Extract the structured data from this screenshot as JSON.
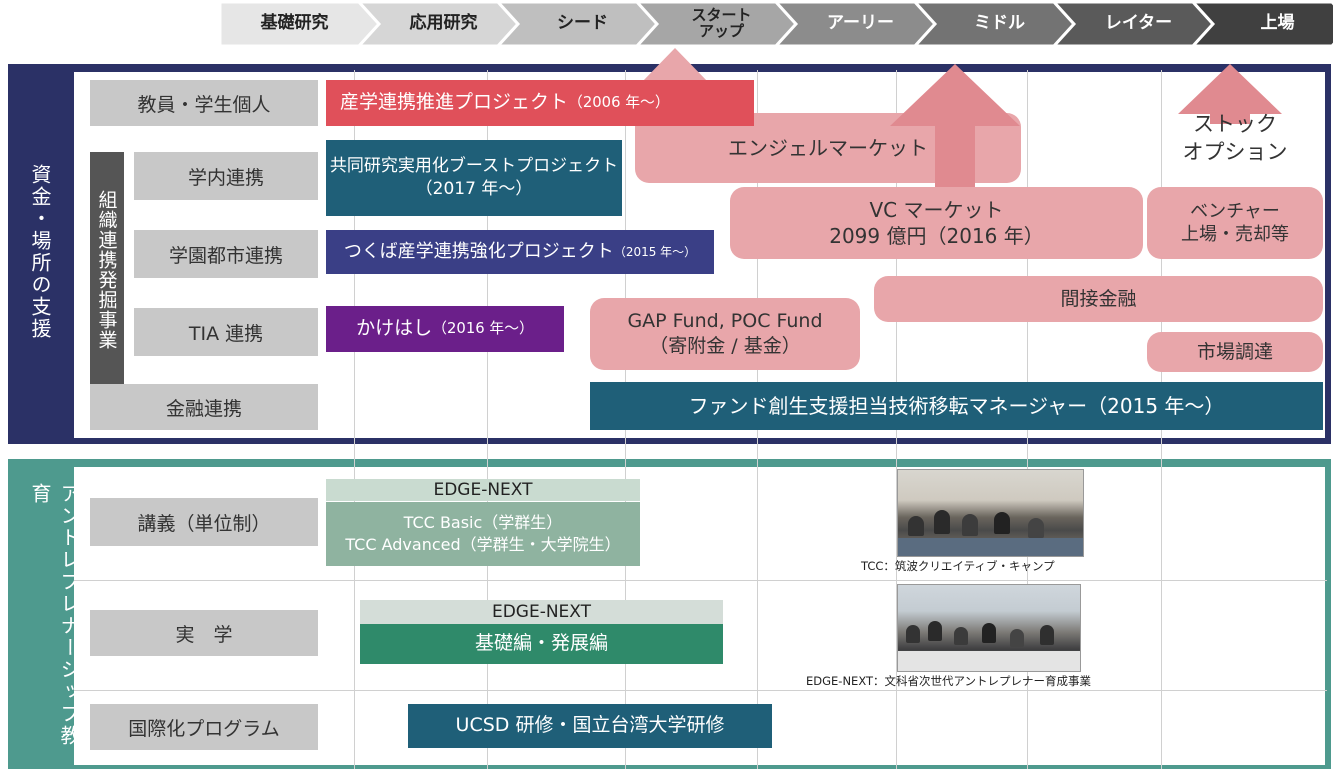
{
  "stages": [
    {
      "label": "基礎研究",
      "bg": "#e6e6e6",
      "fg": "#222"
    },
    {
      "label": "応用研究",
      "bg": "#d6d6d6",
      "fg": "#222"
    },
    {
      "label": "シード",
      "bg": "#bfbfbf",
      "fg": "#222"
    },
    {
      "label": "スタート\nアップ",
      "bg": "#a6a6a6",
      "fg": "#222"
    },
    {
      "label": "アーリー",
      "bg": "#8c8c8c",
      "fg": "#fff"
    },
    {
      "label": "ミドル",
      "bg": "#737373",
      "fg": "#fff"
    },
    {
      "label": "レイター",
      "bg": "#5a5a5a",
      "fg": "#fff"
    },
    {
      "label": "上場",
      "bg": "#404040",
      "fg": "#fff"
    }
  ],
  "section1": {
    "title": "資金・場所の支援",
    "rows": {
      "individual": "教員・学生個人",
      "org_group": "組織連携発掘事業",
      "campus": "学内連携",
      "city": "学園都市連携",
      "tia": "TIA 連携",
      "finance": "金融連携"
    },
    "programs": {
      "sangaku": {
        "text": "産学連携推進プロジェクト",
        "sub": "（2006 年〜）"
      },
      "boost": {
        "text": "共同研究実用化ブーストプロジェクト",
        "sub": "（2017 年〜）"
      },
      "tsukuba": {
        "text": "つくば産学連携強化プロジェクト",
        "sub": "（2015 年〜）"
      },
      "kakehashi": {
        "text": "かけはし",
        "sub": "（2016 年〜）"
      },
      "fund_manager": "ファンド創生支援担当技術移転マネージャー（2015 年〜）"
    },
    "markets": {
      "angel": "エンジェルマーケット",
      "stock_option": "ストック\nオプション",
      "vc_title": "VC マーケット",
      "vc_sub": "2099 億円（2016 年）",
      "venture": "ベンチャー\n上場・売却等",
      "indirect": "間接金融",
      "gap": "GAP Fund, POC Fund",
      "gap_sub": "（寄附金 / 基金）",
      "market_raise": "市場調達"
    }
  },
  "section2": {
    "title": "アントレプレナーシップ教育",
    "rows": {
      "lecture": "講義（単位制）",
      "jitsugaku": "実　学",
      "intl": "国際化プログラム"
    },
    "programs": {
      "edge1_title": "EDGE-NEXT",
      "edge1_line1": "TCC Basic（学群生）",
      "edge1_line2": "TCC Advanced（学群生・大学院生）",
      "edge2_title": "EDGE-NEXT",
      "edge2_body": "基礎編・発展編",
      "ucsd": "UCSD 研修・国立台湾大学研修"
    },
    "captions": {
      "tcc": "TCC：筑波クリエイティブ・キャンプ",
      "edge": "EDGE-NEXT：文科省次世代アントレプレナー育成事業"
    }
  },
  "colors": {
    "navy": "#2b3166",
    "teal_frame": "#4e9a8e",
    "red": "#e0505a",
    "dark_teal": "#1f5f78",
    "indigo": "#3a3f86",
    "purple": "#6b1f8a",
    "pink": "#e8a6aa",
    "sage": "#8fb3a0",
    "green": "#2f8a6a"
  }
}
